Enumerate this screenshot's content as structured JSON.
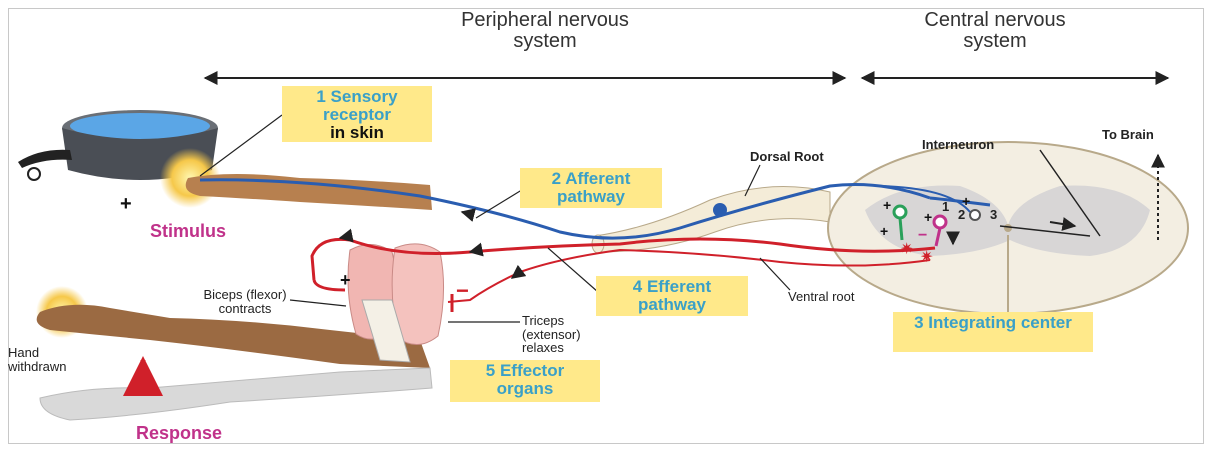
{
  "regions": {
    "peripheral": "Peripheral nervous system",
    "central": "Central nervous system"
  },
  "labels": {
    "sensory_receptor": "1 Sensory receptor",
    "in_skin": "in skin",
    "afferent": "2 Afferent pathway",
    "efferent": "4 Efferent pathway",
    "integrating": "3 Integrating center",
    "effector": "5 Effector organs",
    "stimulus": "Stimulus",
    "response": "Response",
    "hand_withdrawn": "Hand withdrawn",
    "biceps": "Biceps (flexor) contracts",
    "triceps": "Triceps (extensor) relaxes",
    "dorsal_root": "Dorsal Root",
    "ventral_root": "Ventral root",
    "interneuron": "Interneuron",
    "to_brain": "To Brain",
    "n1": "1",
    "n2": "2",
    "n3": "3"
  },
  "colors": {
    "afferent": "#2a5db0",
    "efferent": "#d0202a",
    "label_box": "#ffe98a",
    "label_text": "#3aa0c8",
    "magenta": "#c0328a"
  }
}
